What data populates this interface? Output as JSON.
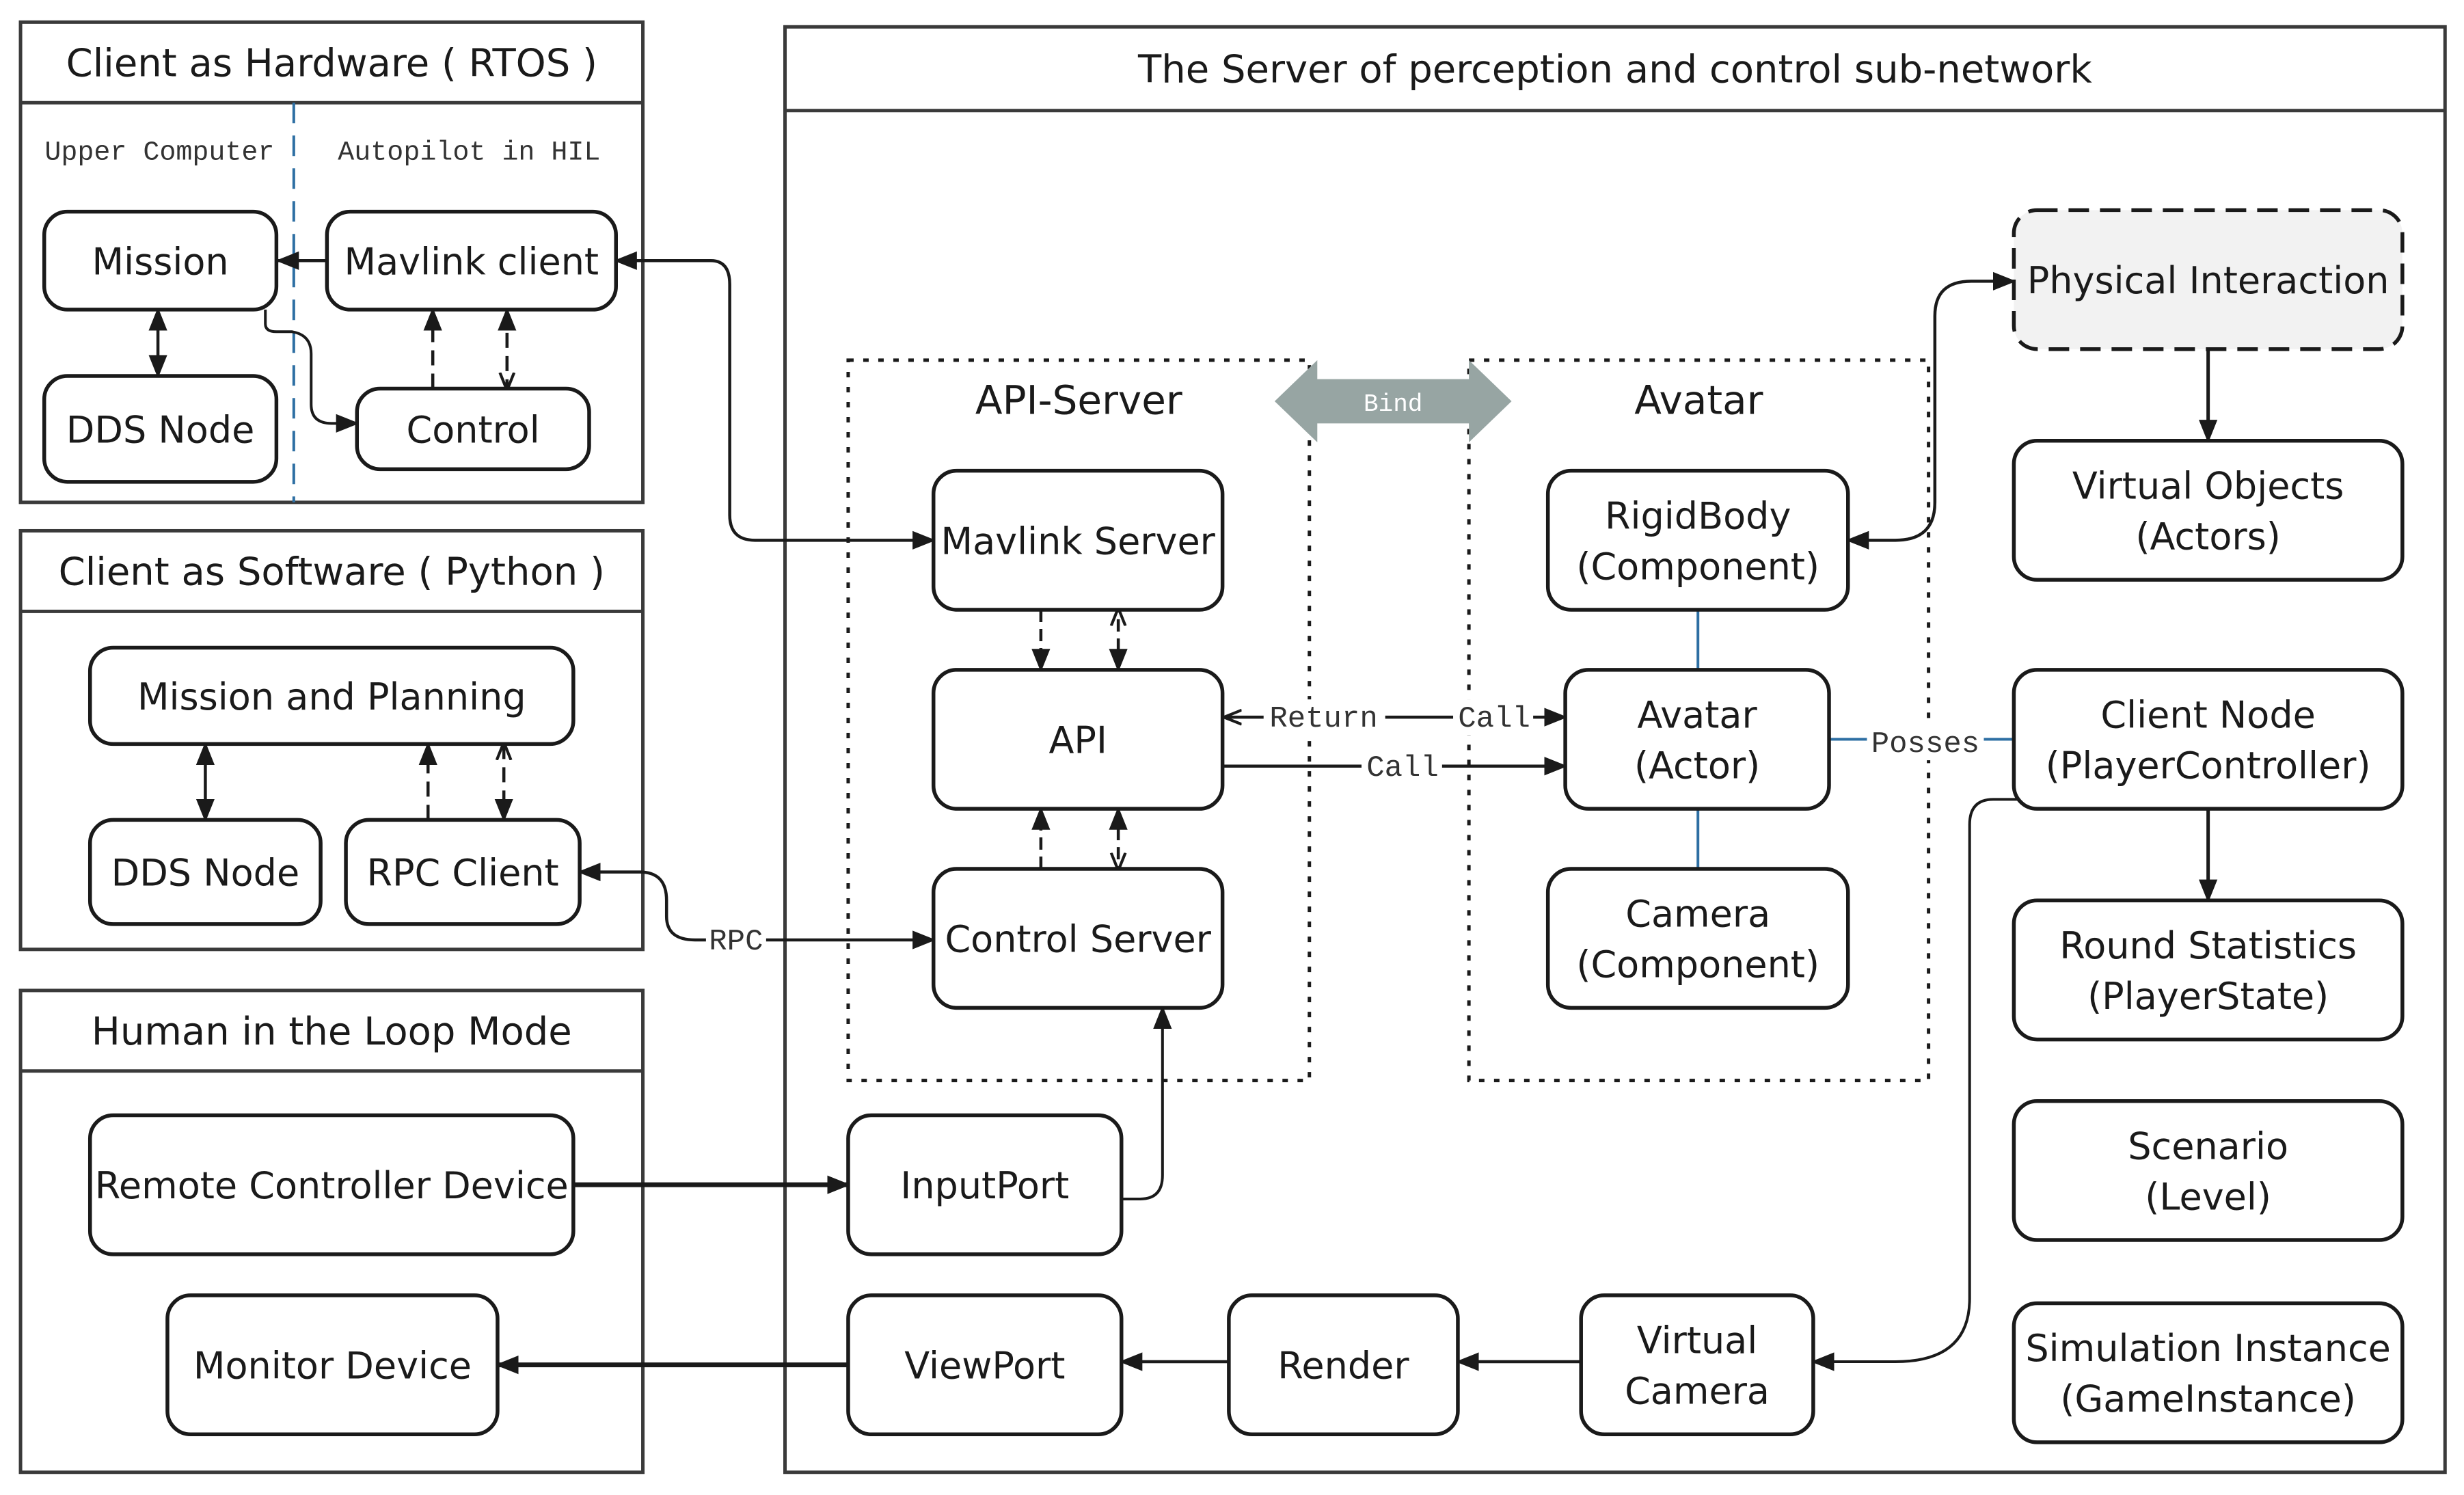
{
  "diagram": {
    "panels": {
      "hardware": {
        "title": "Client as Hardware ( RTOS )",
        "left_section": "Upper Computer",
        "right_section": "Autopilot in HIL"
      },
      "software": {
        "title": "Client as Software ( Python )"
      },
      "human": {
        "title": "Human in the Loop Mode"
      },
      "server": {
        "title": "The Server of perception and control sub-network"
      }
    },
    "groups": {
      "api_server": "API-Server",
      "avatar": "Avatar",
      "bind": "Bind"
    },
    "nodes": {
      "hw_mission": [
        "Mission"
      ],
      "hw_mavlink_client": [
        "Mavlink client"
      ],
      "hw_dds_node": [
        "DDS Node"
      ],
      "hw_control": [
        "Control"
      ],
      "sw_mission_planning": [
        "Mission and Planning"
      ],
      "sw_dds_node": [
        "DDS Node"
      ],
      "sw_rpc_client": [
        "RPC Client"
      ],
      "remote_controller": [
        "Remote Controller Device"
      ],
      "monitor_device": [
        "Monitor Device"
      ],
      "mavlink_server": [
        "Mavlink Server"
      ],
      "api": [
        "API"
      ],
      "control_server": [
        "Control Server"
      ],
      "input_port": [
        "InputPort"
      ],
      "view_port": [
        "ViewPort"
      ],
      "render": [
        "Render"
      ],
      "virtual_camera": [
        "Virtual",
        "Camera"
      ],
      "rigidbody": [
        "RigidBody",
        "(Component)"
      ],
      "avatar_actor": [
        "Avatar",
        "(Actor)"
      ],
      "camera_component": [
        "Camera",
        "(Component)"
      ],
      "physical_interaction": [
        "Physical Interaction"
      ],
      "virtual_objects": [
        "Virtual Objects",
        "(Actors)"
      ],
      "client_node": [
        "Client Node",
        "(PlayerController)"
      ],
      "round_statistics": [
        "Round Statistics",
        "(PlayerState)"
      ],
      "scenario": [
        "Scenario",
        "(Level)"
      ],
      "simulation_instance": [
        "Simulation Instance",
        "(GameInstance)"
      ]
    },
    "edge_labels": {
      "rpc": "RPC",
      "return": "Return",
      "call_top": "Call",
      "call_bottom": "Call",
      "posses": "Posses"
    },
    "colors": {
      "stroke": "#1a1a1a",
      "panel_stroke": "#3a3a3a",
      "blue_link": "#2e6fa3",
      "bind_arrow": "#97a5a3",
      "physical_fill": "#f2f2f2"
    }
  }
}
